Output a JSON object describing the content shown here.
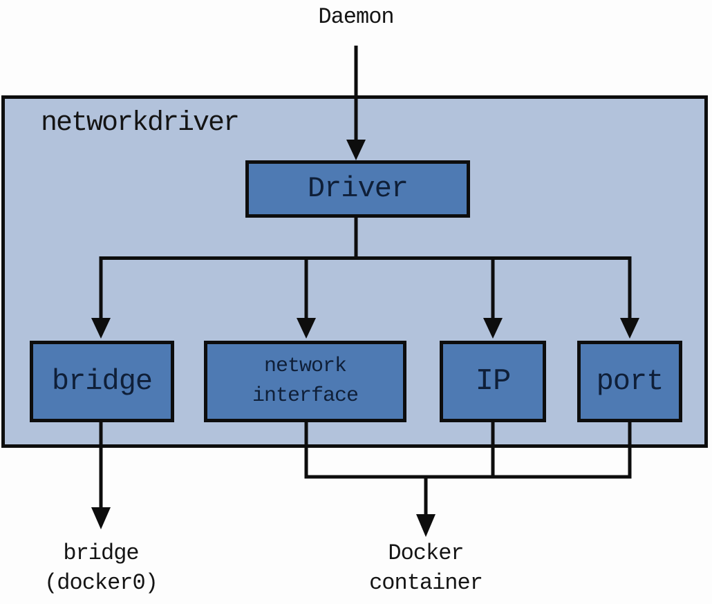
{
  "diagram": {
    "top_label": "Daemon",
    "container": {
      "label": "networkdriver"
    },
    "nodes": {
      "driver": "Driver",
      "bridge": "bridge",
      "network_interface": {
        "line1": "network",
        "line2": "interface"
      },
      "ip": "IP",
      "port": "port"
    },
    "outputs": {
      "bridge": {
        "line1": "bridge",
        "line2": "(docker0)"
      },
      "docker_container": {
        "line1": "Docker",
        "line2": "container"
      }
    },
    "colors": {
      "canvas_bg": "#fdfdfd",
      "container_fill": "#b2c2db",
      "node_fill": "#4e7ab3",
      "line_color": "#0d0d0d",
      "node_text": "#0f1f38",
      "label_text": "#141414"
    }
  }
}
